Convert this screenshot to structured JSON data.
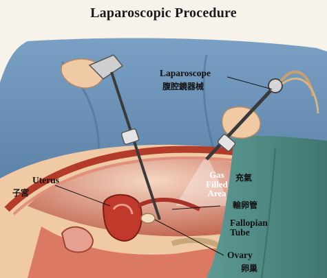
{
  "title": "Laparoscopic Procedure",
  "labels": {
    "laparoscope_en": "Laparoscope",
    "laparoscope_zh": "腹腔鏡器械",
    "uterus_en": "Uterus",
    "uterus_zh": "子宮",
    "gas_line1": "Gas",
    "gas_line2": "Filled",
    "gas_line3": "Area",
    "gas_zh": "充氣",
    "fallopian_zh": "輸卵管",
    "fallopian_line1": "Fallopian",
    "fallopian_line2": "Tube",
    "ovary_en": "Ovary",
    "ovary_zh": "卵巢"
  },
  "colors": {
    "background": "#f7f3ea",
    "sheet": "#6c93b8",
    "drape": "#4f8c86",
    "tissue": "#c0392b",
    "skin": "#f0c9a5",
    "instrument": "#3a3a3a"
  }
}
